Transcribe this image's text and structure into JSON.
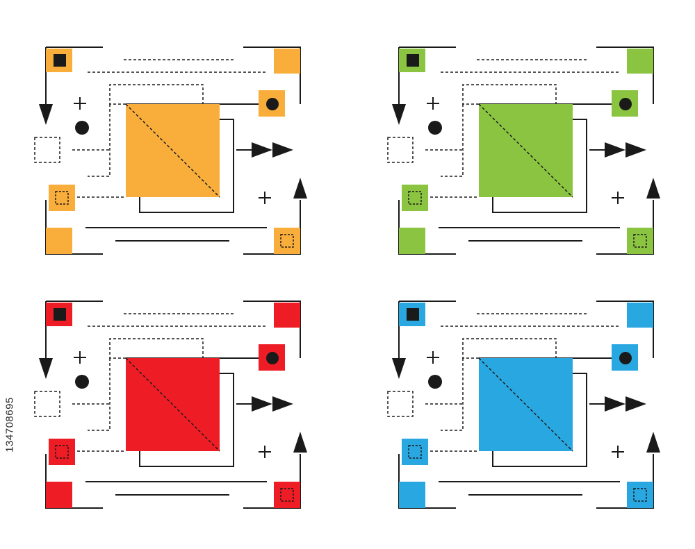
{
  "stock_id": "134708695",
  "colors": {
    "stroke": "#1a1a1a",
    "background": "#ffffff",
    "variants": [
      "#f9ae3b",
      "#8bc440",
      "#ee1d25",
      "#28a7e1"
    ]
  },
  "panels": [
    {
      "variant": "orange",
      "color": "#f9ae3b"
    },
    {
      "variant": "green",
      "color": "#8bc440"
    },
    {
      "variant": "red",
      "color": "#ee1d25"
    },
    {
      "variant": "blue",
      "color": "#28a7e1"
    }
  ],
  "icons": [
    "arrow-down-icon",
    "arrow-up-icon",
    "double-arrow-right-icon",
    "plus-icon",
    "dot-icon"
  ]
}
